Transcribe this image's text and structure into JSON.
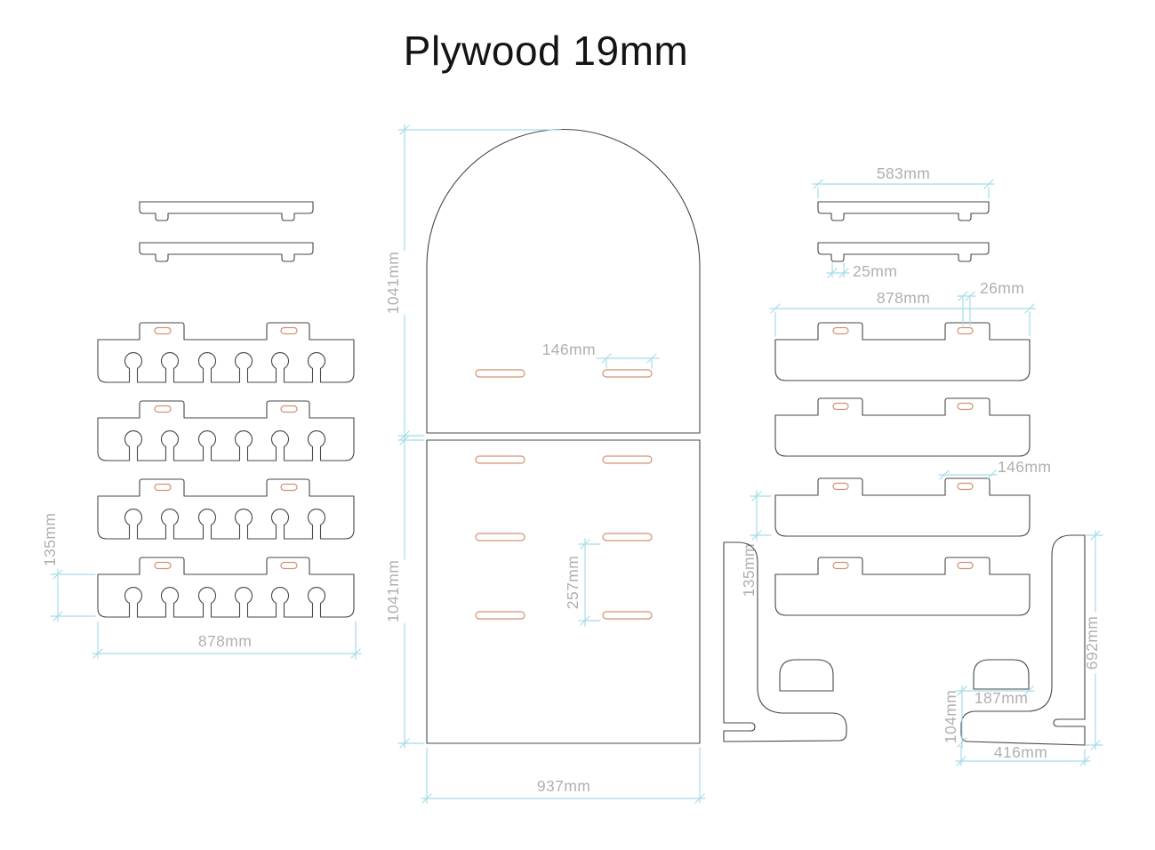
{
  "title": "Plywood 19mm",
  "colors": {
    "background": "#ffffff",
    "outline": "#474747",
    "dimension": "#a5dce8",
    "dim_text": "#b0b0b0",
    "slot": "#d29272"
  },
  "dimensions": {
    "left_rail_height": "135mm",
    "left_rail_width": "878mm",
    "arch_panel_height": "1041mm",
    "arch_slot_width": "146mm",
    "lower_panel_height": "1041mm",
    "slot_spacing": "257mm",
    "lower_panel_width": "937mm",
    "top_strip_width": "583mm",
    "strip_tab_width": "25mm",
    "tab_slot_width": "26mm",
    "right_rail_width": "878mm",
    "right_tab_width": "146mm",
    "right_rail_height": "135mm",
    "bracket_height": "692mm",
    "bracket_hole_offset": "187mm",
    "bracket_base_height": "104mm",
    "bracket_base_width": "416mm"
  }
}
